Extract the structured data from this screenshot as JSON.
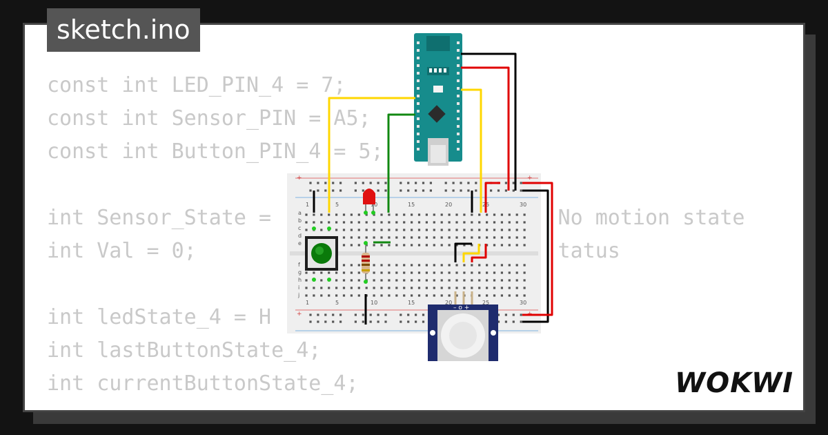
{
  "tab": {
    "title": "sketch.ino"
  },
  "code_lines": [
    "const int LED_PIN_4 = 7;",
    "const int Sensor_PIN = A5;",
    "const int Button_PIN_4 = 5;",
    "",
    "int Sensor_State =                       No motion state",
    "int Val = 0;                             tatus",
    "",
    "int ledState_4 = H",
    "int lastButtonState_4;",
    "int currentButtonState_4;"
  ],
  "breadboard": {
    "col_labels": [
      "1",
      "5",
      "10",
      "15",
      "20",
      "25",
      "30"
    ],
    "row_labels_top": [
      "a",
      "b",
      "c",
      "d",
      "e"
    ],
    "row_labels_bottom": [
      "f",
      "g",
      "h",
      "i",
      "j"
    ]
  },
  "pir": {
    "pin_labels": "– o +"
  },
  "logo": {
    "text": "WOKWI"
  },
  "colors": {
    "wire_yellow": "#ffd700",
    "wire_red": "#e00000",
    "wire_black": "#000000",
    "wire_green": "#118811",
    "board_teal": "#168c8c"
  }
}
